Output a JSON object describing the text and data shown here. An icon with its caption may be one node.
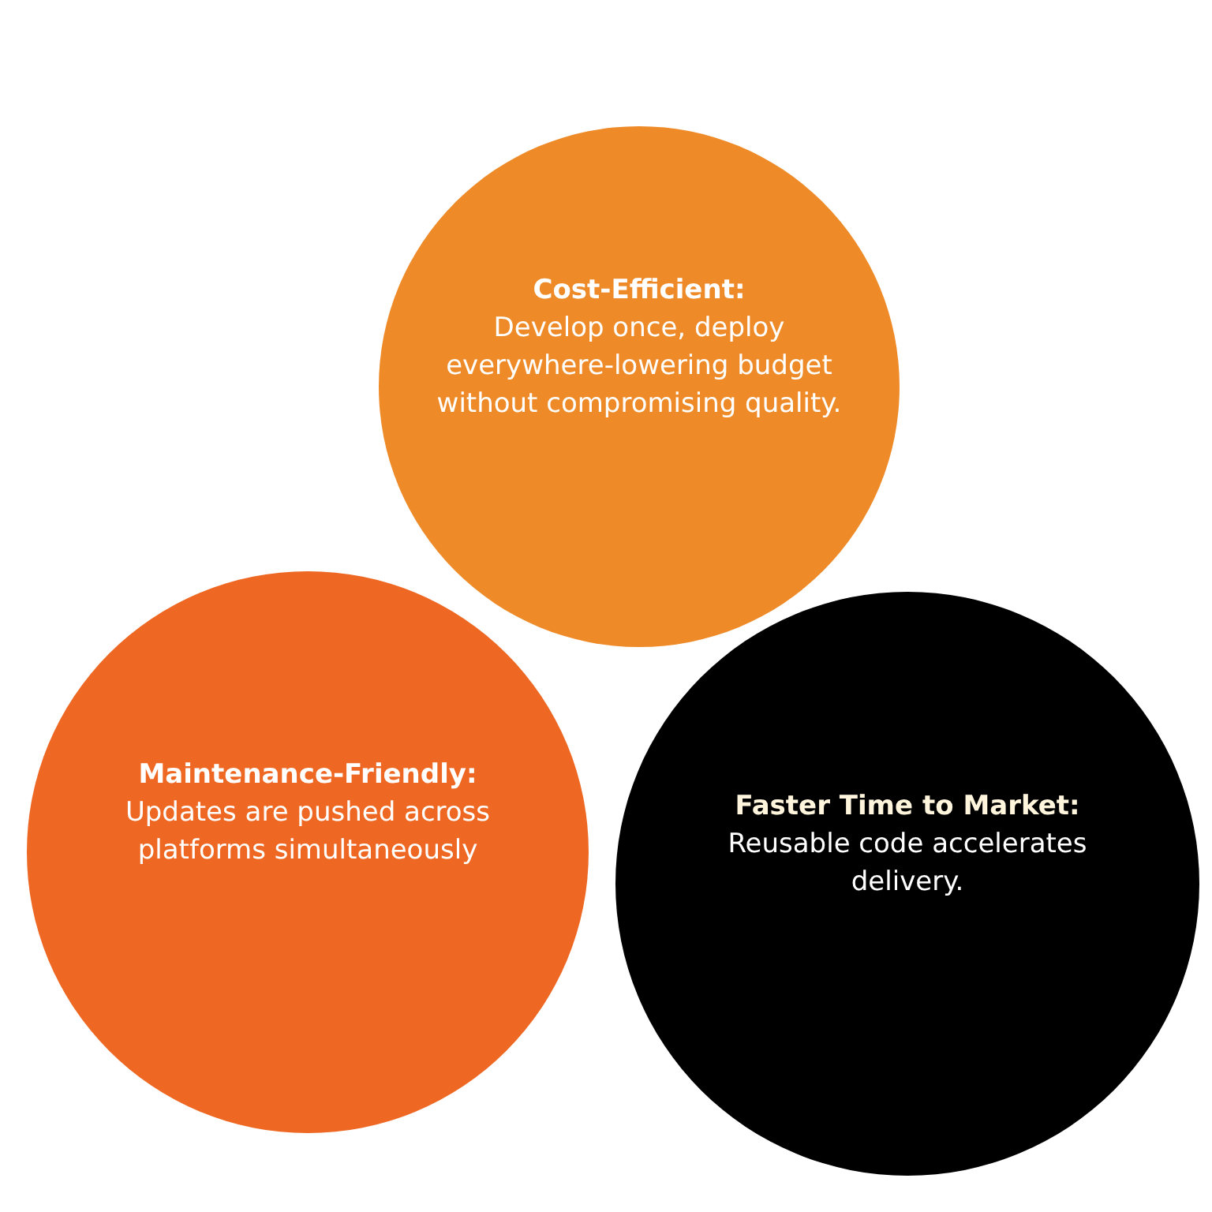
{
  "diagram": {
    "nodes": [
      {
        "text": [
          "Cost-Efficient:",
          "Develop once, deploy everywhere-lowering budget without compromising quality."
        ]
      },
      {
        "text": [
          "Maintenance-Friendly:",
          "Updates are pushed across platforms simultaneously"
        ]
      },
      {
        "text": [
          "Faster Time to Market:",
          "Reusable code accelerates delivery."
        ]
      }
    ],
    "edges": []
  }
}
